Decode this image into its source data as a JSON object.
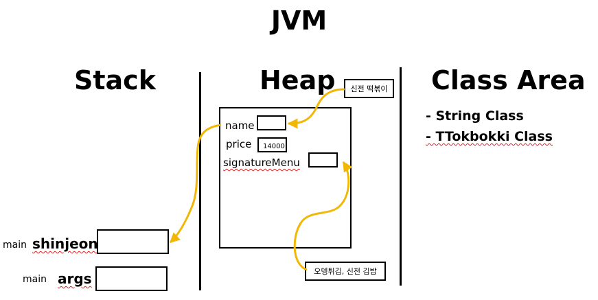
{
  "title": "JVM",
  "sections": {
    "stack": "Stack",
    "heap": "Heap",
    "class_area": "Class Area"
  },
  "stack_frames": [
    {
      "frame": "main",
      "variable": "shinjeon"
    },
    {
      "frame": "main",
      "variable": "args"
    }
  ],
  "heap_object": {
    "fields": [
      {
        "name": "name",
        "value": ""
      },
      {
        "name": "price",
        "value": "14000"
      },
      {
        "name": "signatureMenu",
        "value": ""
      }
    ]
  },
  "string_objects": {
    "name_value": "신전 떡볶이",
    "menu_value": "오뎅튀김, 신전 김밥"
  },
  "class_area_items": [
    "- String Class",
    "- TTokbokki Class"
  ],
  "colors": {
    "arrow": "#f2b705",
    "spellcheck": "#e02020"
  }
}
